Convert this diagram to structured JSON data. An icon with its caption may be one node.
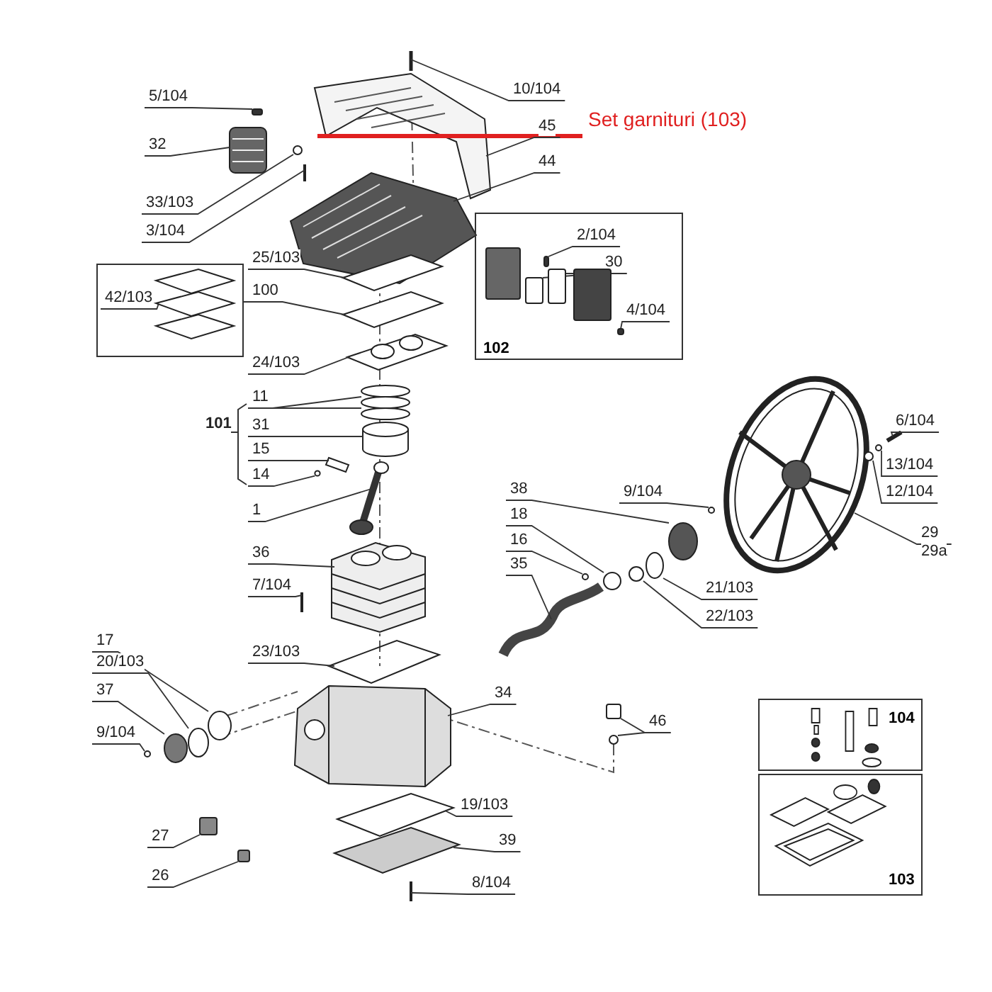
{
  "diagram": {
    "nodes": [
      {
        "text": [
          "10/104"
        ]
      },
      {
        "text": [
          "5/104"
        ]
      },
      {
        "text": [
          "Set garnituri (103)"
        ]
      },
      {
        "text": [
          "32"
        ]
      },
      {
        "text": [
          "45"
        ]
      },
      {
        "text": [
          "44"
        ]
      },
      {
        "text": [
          "33/103"
        ]
      },
      {
        "text": [
          "3/104"
        ]
      },
      {
        "text": [
          "102"
        ]
      },
      {
        "text": [
          "2/104"
        ],
        "in": 8
      },
      {
        "text": [
          "30"
        ],
        "in": 8
      },
      {
        "text": [
          "4/104"
        ],
        "in": 8
      },
      {
        "text": [
          "25/103"
        ]
      },
      {
        "text": [],
        "shape": "box"
      },
      {
        "text": [
          "42/103"
        ],
        "in": 13
      },
      {
        "text": [
          "100"
        ]
      },
      {
        "text": [
          "24/103"
        ]
      },
      {
        "text": [
          "11"
        ]
      },
      {
        "text": [
          "31"
        ]
      },
      {
        "text": [
          "15"
        ]
      },
      {
        "text": [
          "14"
        ]
      },
      {
        "text": [
          "1"
        ]
      },
      {
        "text": [
          "6/104"
        ]
      },
      {
        "text": [
          "13/104"
        ]
      },
      {
        "text": [
          "9/104"
        ]
      },
      {
        "text": [
          "12/104"
        ]
      },
      {
        "text": [
          "38"
        ]
      },
      {
        "text": [
          "18"
        ]
      },
      {
        "text": [
          "29",
          "29a"
        ]
      },
      {
        "text": [
          "16"
        ]
      },
      {
        "text": [
          "36"
        ]
      },
      {
        "text": [
          "35"
        ]
      },
      {
        "text": [
          "21/103"
        ]
      },
      {
        "text": [
          "7/104"
        ]
      },
      {
        "text": [
          "22/103"
        ]
      },
      {
        "text": [
          "17"
        ]
      },
      {
        "text": [
          "23/103"
        ]
      },
      {
        "text": [
          "20/103"
        ]
      },
      {
        "text": [
          "37"
        ]
      },
      {
        "text": [
          "34"
        ]
      },
      {
        "text": [
          "46"
        ]
      },
      {
        "text": [
          "9/104"
        ]
      },
      {
        "text": [
          "104"
        ]
      },
      {
        "text": [
          "27"
        ]
      },
      {
        "text": [
          "19/103"
        ]
      },
      {
        "text": [
          "103"
        ]
      },
      {
        "text": [
          "39"
        ]
      },
      {
        "text": [
          "26"
        ]
      },
      {
        "text": [
          "8/104"
        ]
      },
      {
        "text": [
          "101"
        ]
      },
      {
        "text": [],
        "shape": "picture"
      },
      {
        "text": [],
        "shape": "picture"
      },
      {
        "text": [],
        "shape": "picture"
      },
      {
        "text": [],
        "shape": "picture"
      },
      {
        "text": [],
        "shape": "box"
      },
      {
        "text": [],
        "shape": "circle"
      },
      {
        "text": [],
        "shape": "picture"
      },
      {
        "text": [],
        "shape": "picture"
      },
      {
        "text": [],
        "shape": "picture"
      },
      {
        "text": [],
        "shape": "picture"
      },
      {
        "text": [],
        "shape": "circle"
      },
      {
        "text": [],
        "shape": "circle"
      },
      {
        "text": [],
        "shape": "circle"
      },
      {
        "text": [],
        "shape": "cylinder"
      },
      {
        "text": [],
        "shape": "picture"
      },
      {
        "text": [],
        "shape": "circle"
      },
      {
        "text": [],
        "shape": "picture"
      },
      {
        "text": [],
        "shape": "picture"
      },
      {
        "text": [],
        "shape": "picture"
      },
      {
        "text": [],
        "shape": "picture"
      },
      {
        "text": [],
        "shape": "picture"
      },
      {
        "text": [],
        "shape": "picture"
      },
      {
        "text": [],
        "shape": "picture"
      },
      {
        "text": [],
        "shape": "picture"
      },
      {
        "text": [],
        "shape": "picture"
      },
      {
        "text": [],
        "shape": "circle"
      },
      {
        "text": [],
        "shape": "circle"
      },
      {
        "text": [],
        "shape": "circle"
      },
      {
        "text": [],
        "shape": "circle"
      },
      {
        "text": [],
        "shape": "circle"
      },
      {
        "text": [],
        "shape": "circle"
      },
      {
        "text": [],
        "shape": "picture"
      },
      {
        "text": [],
        "shape": "circle"
      },
      {
        "text": [],
        "shape": "circle"
      },
      {
        "text": [],
        "shape": "picture"
      },
      {
        "text": [],
        "shape": "circle"
      },
      {
        "text": [],
        "shape": "circle"
      },
      {
        "text": [],
        "shape": "circle"
      },
      {
        "text": [],
        "shape": "circle"
      },
      {
        "text": [],
        "shape": "box"
      },
      {
        "text": [],
        "shape": "box"
      },
      {
        "text": [],
        "shape": "box"
      },
      {
        "text": [],
        "shape": "circle"
      },
      {
        "text": [],
        "shape": "box",
        "in": 8
      },
      {
        "text": [],
        "shape": "box",
        "in": 8
      },
      {
        "text": [],
        "shape": "box",
        "in": 8
      },
      {
        "text": [],
        "shape": "box",
        "in": 8
      },
      {
        "text": [],
        "shape": "box",
        "in": 8
      },
      {
        "text": [],
        "shape": "box",
        "in": 8
      },
      {
        "text": [],
        "shape": "picture",
        "in": 13
      }
    ],
    "edges": [
      {
        "from": 0,
        "to": 50,
        "arrow": "none"
      },
      {
        "from": 1,
        "to": 54,
        "arrow": "none"
      },
      {
        "from": 2,
        "to": 51,
        "arrow": "none",
        "style": "thick",
        "color": "#e02020"
      },
      {
        "from": 3,
        "to": 53,
        "arrow": "none"
      },
      {
        "from": 4,
        "to": 51,
        "arrow": "none"
      },
      {
        "from": 5,
        "to": 52,
        "arrow": "none"
      },
      {
        "from": 6,
        "to": 55,
        "arrow": "none"
      },
      {
        "from": 7,
        "to": 56,
        "arrow": "none"
      },
      {
        "from": 9,
        "to": 97,
        "arrow": "none"
      },
      {
        "from": 10,
        "to": 94,
        "arrow": "none"
      },
      {
        "from": 10,
        "to": 95,
        "arrow": "none"
      },
      {
        "from": 11,
        "to": 98,
        "arrow": "none"
      },
      {
        "from": 12,
        "to": 57,
        "arrow": "none"
      },
      {
        "from": 14,
        "to": 99,
        "arrow": "none"
      },
      {
        "from": 15,
        "to": 58,
        "arrow": "none"
      },
      {
        "from": 15,
        "to": 13,
        "arrow": "none"
      },
      {
        "from": 16,
        "to": 59,
        "arrow": "none"
      },
      {
        "from": 17,
        "to": 60,
        "arrow": "none"
      },
      {
        "from": 17,
        "to": 61,
        "arrow": "none"
      },
      {
        "from": 17,
        "to": 62,
        "arrow": "none"
      },
      {
        "from": 18,
        "to": 63,
        "arrow": "none"
      },
      {
        "from": 19,
        "to": 64,
        "arrow": "none"
      },
      {
        "from": 20,
        "to": 65,
        "arrow": "none"
      },
      {
        "from": 21,
        "to": 66,
        "arrow": "none"
      },
      {
        "from": 22,
        "to": 84,
        "arrow": "none"
      },
      {
        "from": 23,
        "to": 83,
        "arrow": "none"
      },
      {
        "from": 24,
        "to": 80,
        "arrow": "none"
      },
      {
        "from": 25,
        "to": 82,
        "arrow": "none"
      },
      {
        "from": 26,
        "to": 79,
        "arrow": "none"
      },
      {
        "from": 27,
        "to": 75,
        "arrow": "none"
      },
      {
        "from": 28,
        "to": 81,
        "arrow": "none"
      },
      {
        "from": 29,
        "to": 78,
        "arrow": "none"
      },
      {
        "from": 30,
        "to": 67,
        "arrow": "none"
      },
      {
        "from": 31,
        "to": 74,
        "arrow": "none"
      },
      {
        "from": 32,
        "to": 77,
        "arrow": "none"
      },
      {
        "from": 33,
        "to": 68,
        "arrow": "none"
      },
      {
        "from": 34,
        "to": 76,
        "arrow": "none"
      },
      {
        "from": 35,
        "to": 85,
        "arrow": "none"
      },
      {
        "from": 36,
        "to": 69,
        "arrow": "none"
      },
      {
        "from": 37,
        "to": 86,
        "arrow": "none"
      },
      {
        "from": 38,
        "to": 87,
        "arrow": "none"
      },
      {
        "from": 39,
        "to": 70,
        "arrow": "none"
      },
      {
        "from": 40,
        "to": 91,
        "arrow": "none"
      },
      {
        "from": 40,
        "to": 92,
        "arrow": "none"
      },
      {
        "from": 41,
        "to": 88,
        "arrow": "none"
      },
      {
        "from": 43,
        "to": 89,
        "arrow": "none"
      },
      {
        "from": 44,
        "to": 71,
        "arrow": "none"
      },
      {
        "from": 46,
        "to": 72,
        "arrow": "none"
      },
      {
        "from": 47,
        "to": 90,
        "arrow": "none"
      },
      {
        "from": 48,
        "to": 73,
        "arrow": "none"
      }
    ]
  }
}
